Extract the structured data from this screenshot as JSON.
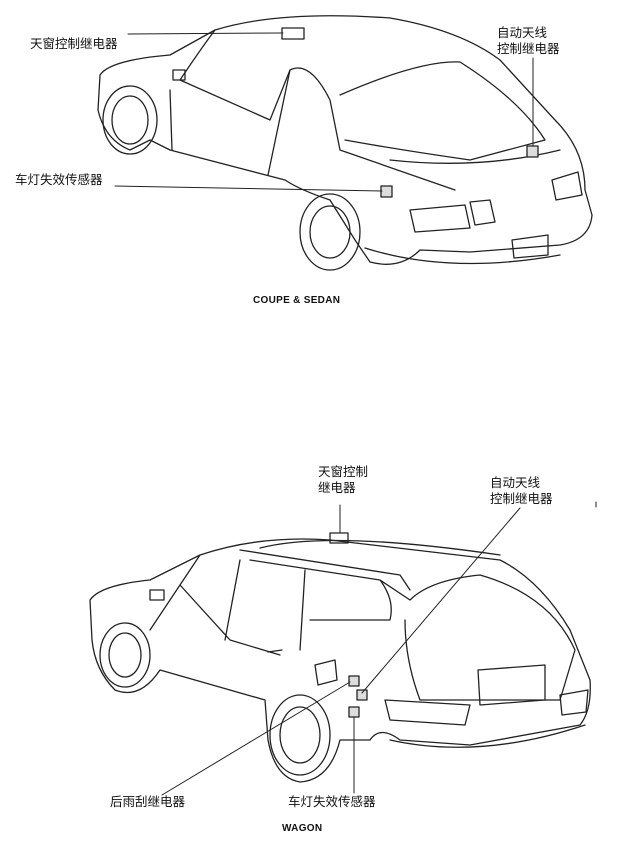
{
  "sedan": {
    "caption": "COUPE & SEDAN",
    "labels": {
      "sunroof_relay": "天窗控制继电器",
      "antenna_relay_line1": "自动天线",
      "antenna_relay_line2": "控制继电器",
      "light_failure_sensor": "车灯失效传感器"
    }
  },
  "wagon": {
    "caption": "WAGON",
    "labels": {
      "sunroof_relay_line1": "天窗控制",
      "sunroof_relay_line2": "继电器",
      "antenna_relay_line1": "自动天线",
      "antenna_relay_line2": "控制继电器",
      "rear_wiper_relay": "后雨刮继电器",
      "light_failure_sensor": "车灯失效传感器"
    }
  }
}
